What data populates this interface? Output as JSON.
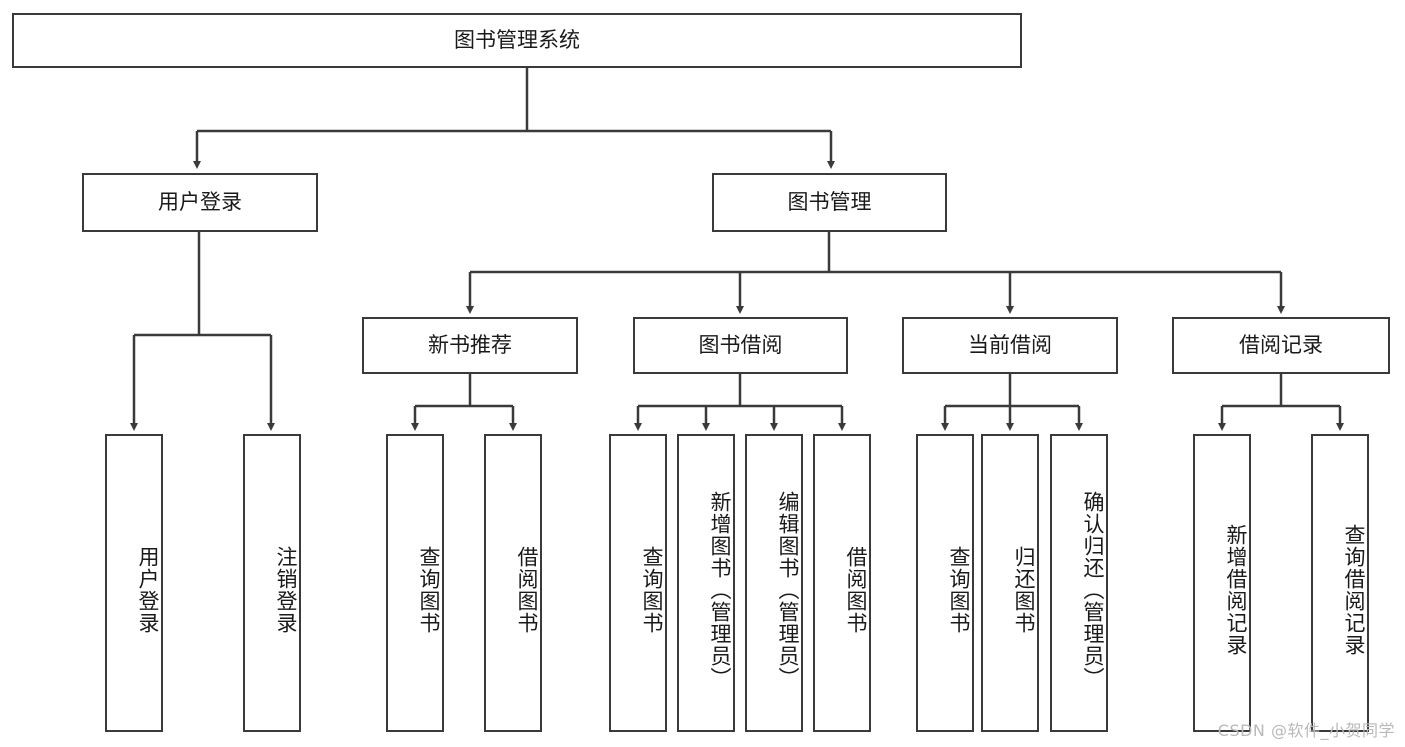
{
  "diagram": {
    "type": "tree-hierarchy-chart",
    "root": {
      "label": "图书管理系统"
    },
    "level2": [
      {
        "label": "用户登录"
      },
      {
        "label": "图书管理"
      }
    ],
    "level3": [
      {
        "label": "新书推荐"
      },
      {
        "label": "图书借阅"
      },
      {
        "label": "当前借阅"
      },
      {
        "label": "借阅记录"
      }
    ],
    "leaves": [
      {
        "label": "用户登录",
        "parent": "用户登录"
      },
      {
        "label": "注销登录",
        "parent": "用户登录"
      },
      {
        "label": "查询图书",
        "parent": "新书推荐"
      },
      {
        "label": "借阅图书",
        "parent": "新书推荐"
      },
      {
        "label": "查询图书",
        "parent": "图书借阅"
      },
      {
        "label": "新增图书（管理员）",
        "parent": "图书借阅"
      },
      {
        "label": "编辑图书（管理员）",
        "parent": "图书借阅"
      },
      {
        "label": "借阅图书",
        "parent": "图书借阅"
      },
      {
        "label": "查询图书",
        "parent": "当前借阅"
      },
      {
        "label": "归还图书",
        "parent": "当前借阅"
      },
      {
        "label": "确认归还（管理员）",
        "parent": "当前借阅"
      },
      {
        "label": "新增借阅记录",
        "parent": "借阅记录"
      },
      {
        "label": "查询借阅记录",
        "parent": "借阅记录"
      }
    ]
  },
  "watermark": {
    "text": "CSDN @软件_小贺同学"
  },
  "colors": {
    "border": "#3a3a3a",
    "background": "#ffffff",
    "text": "#1a1a1a",
    "watermark": "#b9b9b9"
  }
}
